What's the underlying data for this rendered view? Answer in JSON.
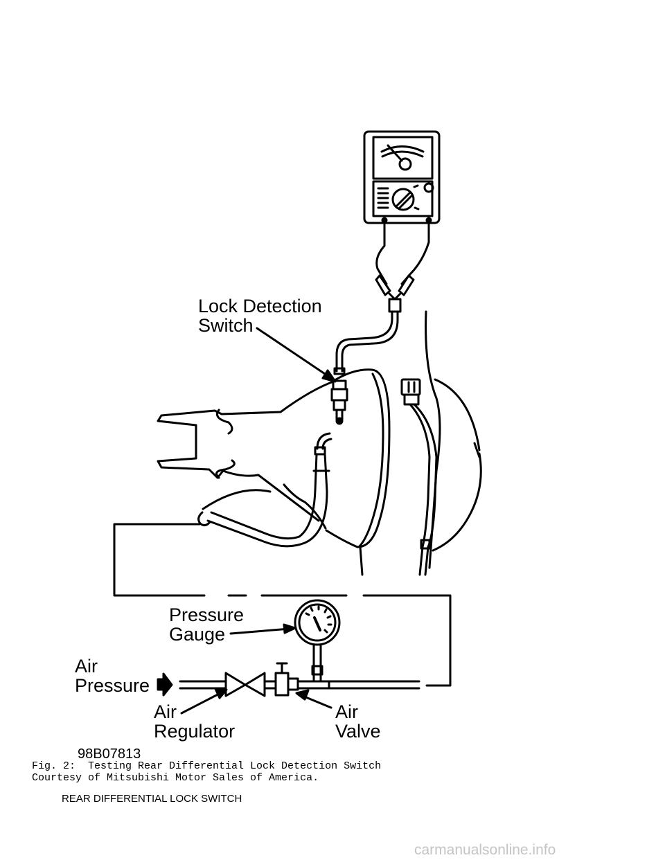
{
  "labels": {
    "lock_detection_switch": [
      "Lock Detection",
      "Switch"
    ],
    "pressure_gauge": [
      "Pressure",
      "Gauge"
    ],
    "air_pressure": [
      "Air",
      "Pressure"
    ],
    "air_regulator": [
      "Air",
      "Regulator"
    ],
    "air_valve": [
      "Air",
      "Valve"
    ]
  },
  "figure_number": "98B07813",
  "caption": {
    "line1": "Fig. 2:  Testing Rear Differential Lock Detection Switch",
    "line2": "Courtesy of Mitsubishi Motor Sales of America."
  },
  "section_title": "REAR DIFFERENTIAL LOCK SWITCH",
  "watermark": "carmanualsonline.info"
}
